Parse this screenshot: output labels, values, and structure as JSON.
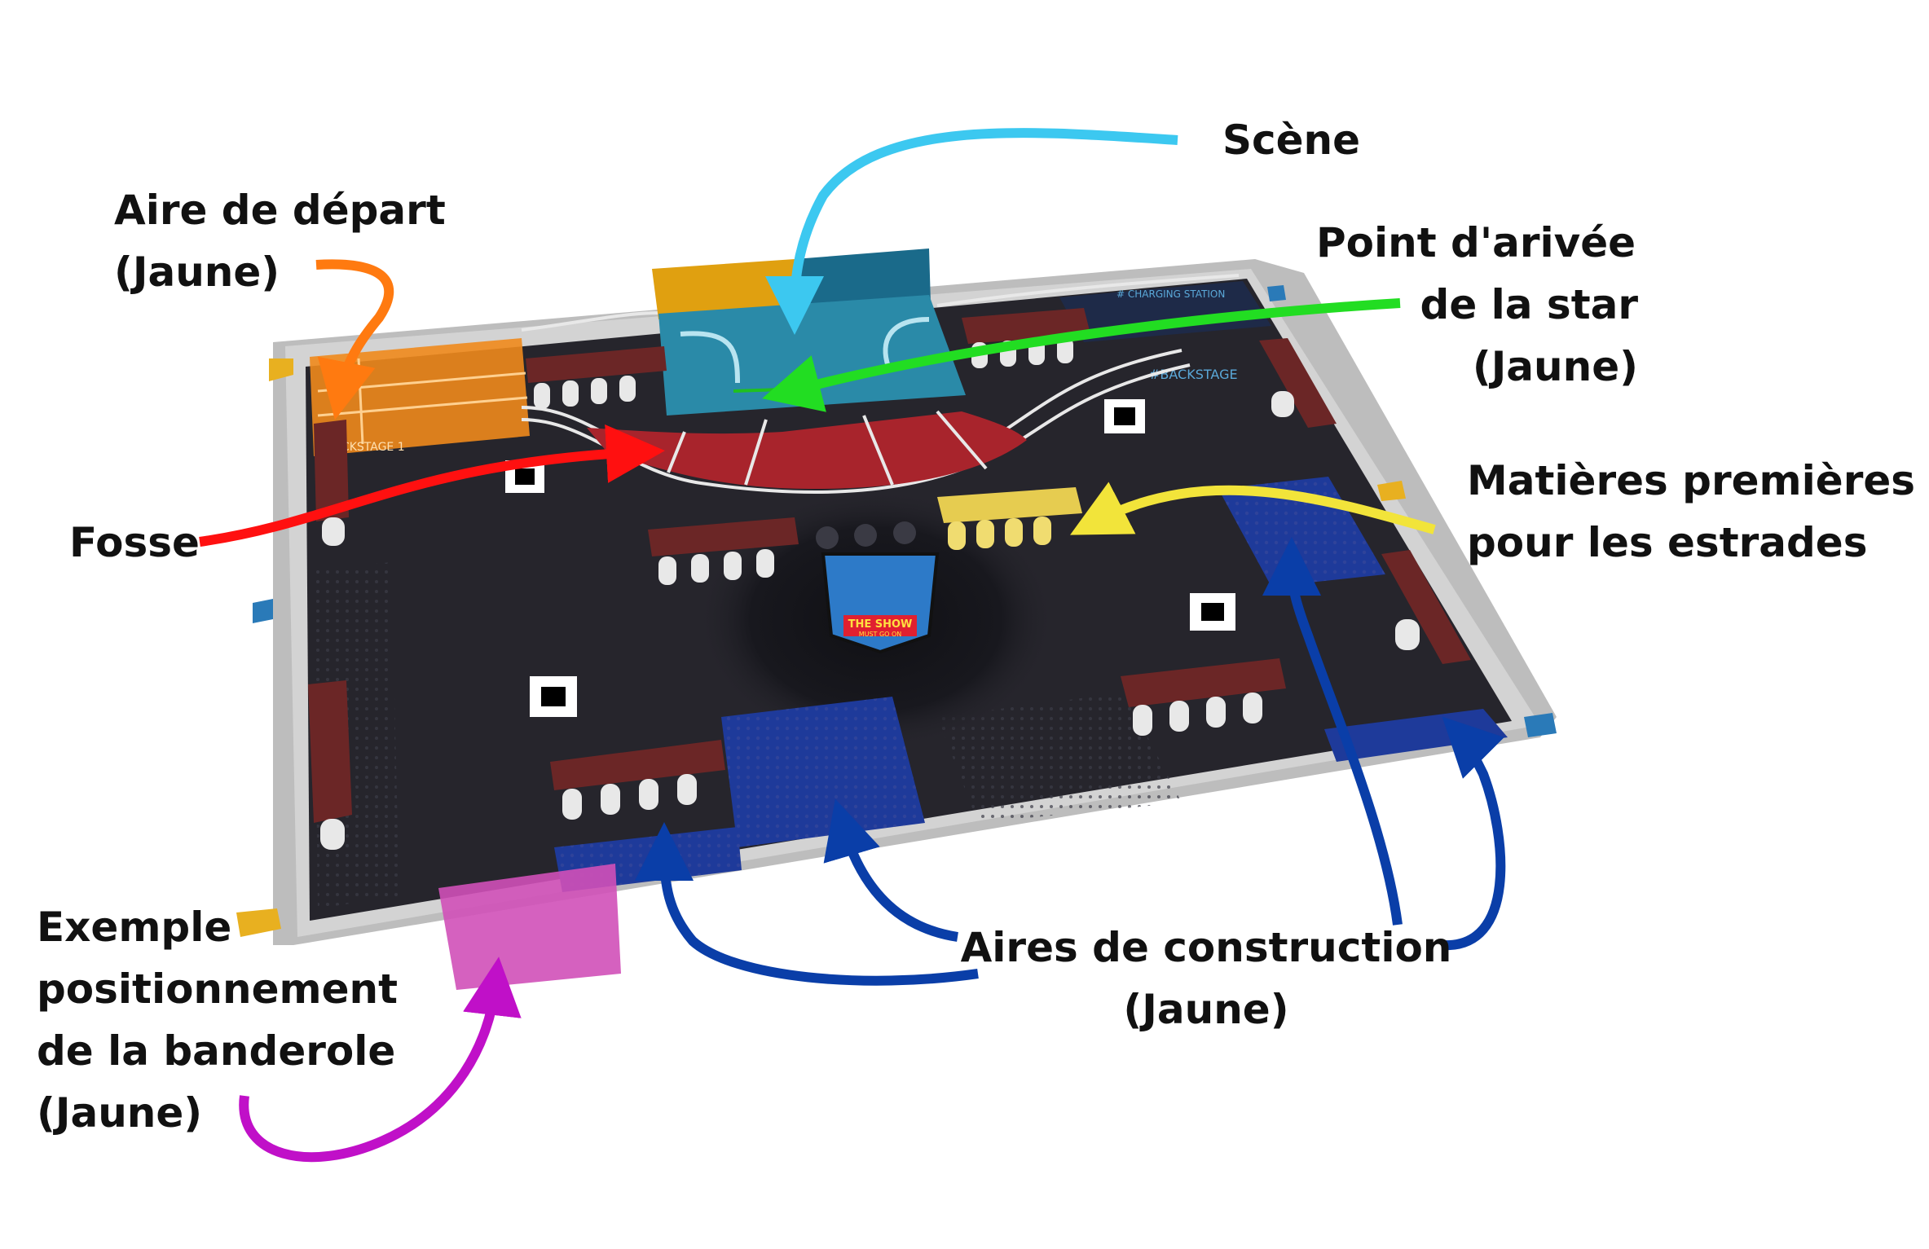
{
  "labels": {
    "scene": "Scène",
    "aire_depart": [
      "Aire de départ",
      "(Jaune)"
    ],
    "point_arrivee": [
      "Point d'arivée",
      "de la star",
      "(Jaune)"
    ],
    "fosse": "Fosse",
    "matieres": [
      "Matières premières",
      "pour les estrades"
    ],
    "aires_construction": [
      "Aires de construction",
      "(Jaune)"
    ],
    "exemple_banderole": [
      "Exemple",
      "positionnement",
      "de la banderole",
      "(Jaune)"
    ]
  },
  "board_texts": {
    "backstage_right": "#BACKSTAGE",
    "backstage_left": "BACKSTAGE 1",
    "charging_station": "# CHARGING STATION",
    "logo_line1": "THE SHOW",
    "logo_line2": "MUST GO ON"
  },
  "colors": {
    "scene_arrow": "#3cc8f0",
    "depart_arrow": "#ff7a10",
    "star_arrow": "#22dd22",
    "fosse_arrow": "#ff1010",
    "matieres_arrow": "#f2e43a",
    "construction_arrow": "#0a3ea8",
    "banderole_arrow": "#c010c8",
    "board_mat": "#26252c",
    "pit_red": "#a8242c",
    "scene_blue": "#2a8aa8",
    "start_orange": "#f08a1c",
    "build_blue": "#1e3a9a",
    "banner_magenta": "#d050b8",
    "raw_material_yellow": "#e6cc50",
    "platform_brown": "#6b2626"
  }
}
